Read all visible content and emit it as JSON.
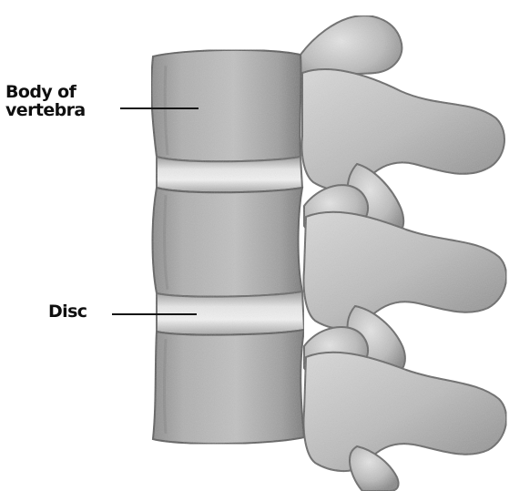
{
  "labels": {
    "body_of_vertebra": {
      "line1": "Body of",
      "line2": "vertebra"
    },
    "disc": "Disc"
  },
  "colors": {
    "background": "#ffffff",
    "bone_light": "#cfcfcf",
    "bone_mid": "#9c9c9c",
    "bone_dark": "#6e6e6e",
    "disc_light": "#ececec",
    "label_text": "#0f0f0f",
    "leader_line": "#151515"
  }
}
